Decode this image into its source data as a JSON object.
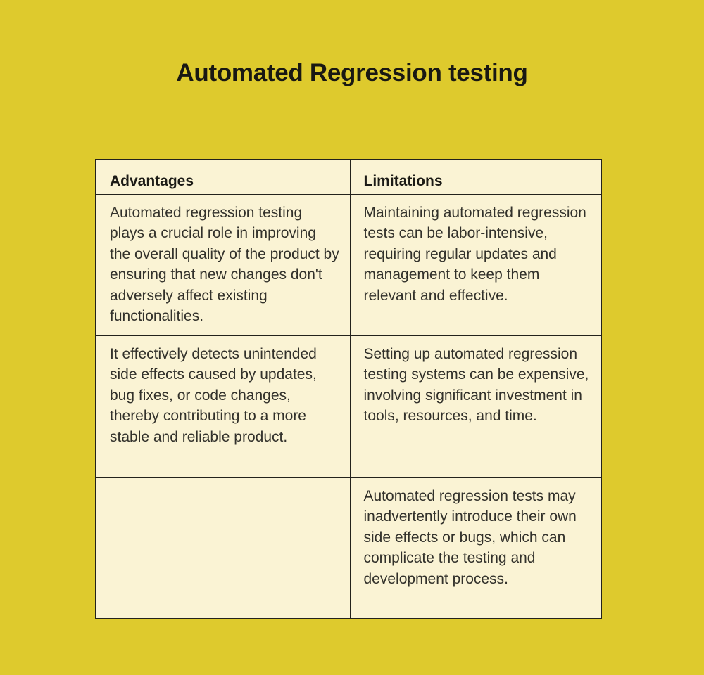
{
  "page": {
    "title": "Automated Regression testing",
    "colors": {
      "background": "#deca2d",
      "table_background": "#faf3d4",
      "border": "#23221c",
      "title_text": "#191813",
      "body_text": "#32312b"
    }
  },
  "table": {
    "columns": [
      {
        "label": "Advantages"
      },
      {
        "label": "Limitations"
      }
    ],
    "rows": [
      {
        "advantages": "Automated regression testing plays a crucial role in improving the overall quality of the product by ensuring that new changes don't adversely affect existing functionalities.",
        "limitations": "Maintaining automated regression tests can be labor-intensive, requiring regular updates and management to keep them relevant and effective."
      },
      {
        "advantages": "It effectively detects unintended side effects caused by updates, bug fixes, or code changes, thereby contributing to a more stable and reliable product.",
        "limitations": "Setting up automated regression testing systems can be expensive, involving significant investment in tools, resources, and time."
      },
      {
        "advantages": "",
        "limitations": "Automated regression tests may inadvertently introduce their own side effects or bugs, which can complicate the testing and development process."
      }
    ]
  }
}
